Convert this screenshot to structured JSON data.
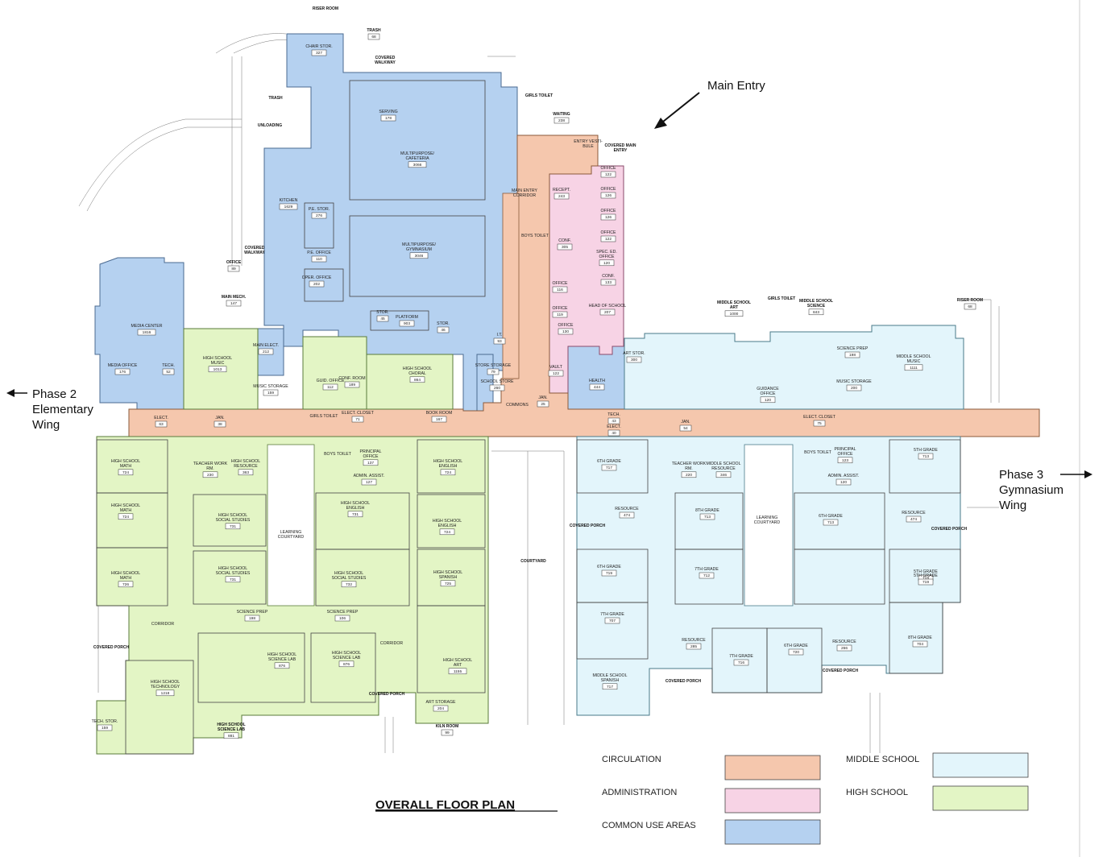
{
  "title": "OVERALL FLOOR PLAN",
  "arrows": {
    "main_entry": "Main Entry",
    "phase2_line1": "Phase 2",
    "phase2_line2": "Elementary",
    "phase2_line3": "Wing",
    "phase3_line1": "Phase 3",
    "phase3_line2": "Gymnasium",
    "phase3_line3": "Wing"
  },
  "legend": [
    {
      "label": "CIRCULATION",
      "color": "#f5c7ad"
    },
    {
      "label": "ADMINISTRATION",
      "color": "#f7d3e5"
    },
    {
      "label": "COMMON USE AREAS",
      "color": "#b5d1f0"
    },
    {
      "label": "MIDDLE SCHOOL",
      "color": "#e3f5fb"
    },
    {
      "label": "HIGH SCHOOL",
      "color": "#e3f5c5"
    }
  ],
  "colors": {
    "circulation": "#f5c7ad",
    "administration": "#f7d3e5",
    "common": "#b5d1f0",
    "middle": "#e3f5fb",
    "high": "#e3f5c5"
  },
  "rooms": [
    {
      "name": "CHAIR STOR.",
      "number": "327"
    },
    {
      "name": "SERVING",
      "number": "178"
    },
    {
      "name": "MULTIPURPOSE/ CAFETERIA",
      "number": "3066"
    },
    {
      "name": "KITCHEN",
      "number": "1629"
    },
    {
      "name": "P.E. STOR.",
      "number": "276"
    },
    {
      "name": "P.E. OFFICE",
      "number": "110"
    },
    {
      "name": "OPER. OFFICE",
      "number": "202"
    },
    {
      "name": "MULTIPURPOSE/ GYMNASIUM",
      "number": "3046"
    },
    {
      "name": "STOR.",
      "number": "45"
    },
    {
      "name": "PLATFORM",
      "number": "903"
    },
    {
      "name": "STOR.",
      "number": "46"
    },
    {
      "name": "I.T.",
      "number": "93"
    },
    {
      "name": "STORE STORAGE",
      "number": "79"
    },
    {
      "name": "SCHOOL STORE",
      "number": "260"
    },
    {
      "name": "MEDIA CENTER",
      "number": "1816"
    },
    {
      "name": "MEDIA OFFICE",
      "number": "176"
    },
    {
      "name": "TECH.",
      "number": "52"
    },
    {
      "name": "MAIN ELECT.",
      "number": "212"
    },
    {
      "name": "MUSIC STORAGE",
      "number": "159"
    },
    {
      "name": "HIGH SCHOOL MUSIC",
      "number": "1013"
    },
    {
      "name": "GUID. OFFICE",
      "number": "112"
    },
    {
      "name": "CONF. ROOM",
      "number": "189"
    },
    {
      "name": "HIGH SCHOOL CHORAL",
      "number": "864"
    },
    {
      "name": "MAIN ENTRY CORRIDOR",
      "number": ""
    },
    {
      "name": "BOYS TOILET",
      "number": ""
    },
    {
      "name": "ENTRY VESTI- BULE",
      "number": ""
    },
    {
      "name": "RECEPT.",
      "number": "243"
    },
    {
      "name": "CONF.",
      "number": "305"
    },
    {
      "name": "OFFICE",
      "number": "116"
    },
    {
      "name": "OFFICE",
      "number": "119"
    },
    {
      "name": "OFFICE",
      "number": "130"
    },
    {
      "name": "VAULT",
      "number": "122"
    },
    {
      "name": "HEALTH",
      "number": "444"
    },
    {
      "name": "OFFICE",
      "number": "122"
    },
    {
      "name": "OFFICE",
      "number": "126"
    },
    {
      "name": "OFFICE",
      "number": "126"
    },
    {
      "name": "OFFICE",
      "number": "122"
    },
    {
      "name": "SPEC. ED. OFFICE",
      "number": "120"
    },
    {
      "name": "CONF.",
      "number": "133"
    },
    {
      "name": "HEAD OF SCHOOL",
      "number": "207"
    },
    {
      "name": "ART STOR.",
      "number": "300"
    },
    {
      "name": "SCIENCE PREP",
      "number": "198"
    },
    {
      "name": "MIDDLE SCHOOL MUSIC",
      "number": "1111"
    },
    {
      "name": "MUSIC STORAGE",
      "number": "200"
    },
    {
      "name": "GUIDANCE OFFICE",
      "number": "120"
    },
    {
      "name": "ELECT.",
      "number": "63"
    },
    {
      "name": "JAN.",
      "number": "38"
    },
    {
      "name": "GIRLS TOILET",
      "number": ""
    },
    {
      "name": "ELECT. CLOSET",
      "number": "71"
    },
    {
      "name": "BOOK ROOM",
      "number": "167"
    },
    {
      "name": "COMMONS",
      "number": ""
    },
    {
      "name": "JAN.",
      "number": "25"
    },
    {
      "name": "TECH.",
      "number": "43"
    },
    {
      "name": "ELECT.",
      "number": "40"
    },
    {
      "name": "JAN.",
      "number": "54"
    },
    {
      "name": "ELECT. CLOSET",
      "number": "75"
    },
    {
      "name": "HIGH SCHOOL MATH",
      "number": "724"
    },
    {
      "name": "HIGH SCHOOL MATH",
      "number": "724"
    },
    {
      "name": "HIGH SCHOOL MATH",
      "number": "726"
    },
    {
      "name": "TEACHER WORK RM.",
      "number": "230"
    },
    {
      "name": "HIGH SCHOOL RESOURCE",
      "number": "363"
    },
    {
      "name": "HIGH SCHOOL SOCIAL STUDIES",
      "number": "731"
    },
    {
      "name": "HIGH SCHOOL SOCIAL STUDIES",
      "number": "731"
    },
    {
      "name": "LEARNING COURTYARD",
      "number": ""
    },
    {
      "name": "BOYS TOILET",
      "number": ""
    },
    {
      "name": "PRINCIPAL OFFICE",
      "number": "137"
    },
    {
      "name": "ADMIN. ASSIST.",
      "number": "127"
    },
    {
      "name": "HIGH SCHOOL ENGLISH",
      "number": "731"
    },
    {
      "name": "HIGH SCHOOL SOCIAL STUDIES",
      "number": "732"
    },
    {
      "name": "HIGH SCHOOL ENGLISH",
      "number": "724"
    },
    {
      "name": "HIGH SCHOOL ENGLISH",
      "number": "724"
    },
    {
      "name": "HIGH SCHOOL SPANISH",
      "number": "725"
    },
    {
      "name": "CORRIDOR",
      "number": ""
    },
    {
      "name": "SCIENCE PREP",
      "number": "198"
    },
    {
      "name": "SCIENCE PREP",
      "number": "106"
    },
    {
      "name": "CORRIDOR",
      "number": ""
    },
    {
      "name": "HIGH SCHOOL SCIENCE LAB",
      "number": "876"
    },
    {
      "name": "HIGH SCHOOL SCIENCE LAB",
      "number": "876"
    },
    {
      "name": "HIGH SCHOOL TECHNOLOGY",
      "number": "1218"
    },
    {
      "name": "HIGH SCHOOL ART",
      "number": "1155"
    },
    {
      "name": "ART STORAGE",
      "number": "204"
    },
    {
      "name": "TECH. STOR.",
      "number": "159"
    },
    {
      "name": "6TH GRADE",
      "number": "717"
    },
    {
      "name": "RESOURCE",
      "number": "474"
    },
    {
      "name": "6TH GRADE",
      "number": "719"
    },
    {
      "name": "7TH GRADE",
      "number": "707"
    },
    {
      "name": "MIDDLE SCHOOL SPANISH",
      "number": "717"
    },
    {
      "name": "TEACHER WORK RM.",
      "number": "220"
    },
    {
      "name": "MIDDLE SCHOOL RESOURCE",
      "number": "346"
    },
    {
      "name": "8TH GRADE",
      "number": "713"
    },
    {
      "name": "7TH GRADE",
      "number": "712"
    },
    {
      "name": "RESOURCE",
      "number": "285"
    },
    {
      "name": "7TH GRADE",
      "number": "716"
    },
    {
      "name": "6TH GRADE",
      "number": "720"
    },
    {
      "name": "LEARNING COURTYARD",
      "number": ""
    },
    {
      "name": "BOYS TOILET",
      "number": ""
    },
    {
      "name": "PRINCIPAL OFFICE",
      "number": "123"
    },
    {
      "name": "ADMIN. ASSIST.",
      "number": "120"
    },
    {
      "name": "5TH GRADE",
      "number": "713"
    },
    {
      "name": "6TH GRADE",
      "number": "713"
    },
    {
      "name": "RESOURCE",
      "number": "266"
    },
    {
      "name": "5TH GRADE",
      "number": "719"
    },
    {
      "name": "RESOURCE",
      "number": "474"
    },
    {
      "name": "5TH GRADE",
      "number": "719"
    },
    {
      "name": "8TH GRADE",
      "number": "704"
    }
  ],
  "annotations": [
    {
      "name": "RISER ROOM",
      "number": ""
    },
    {
      "name": "TRASH",
      "number": "68"
    },
    {
      "name": "COVERED WALKWAY",
      "number": ""
    },
    {
      "name": "TRASH",
      "number": ""
    },
    {
      "name": "UNLOADING",
      "number": ""
    },
    {
      "name": "GIRLS TOILET",
      "number": ""
    },
    {
      "name": "WAITING",
      "number": "238"
    },
    {
      "name": "COVERED MAIN ENTRY",
      "number": ""
    },
    {
      "name": "OFFICE",
      "number": "89"
    },
    {
      "name": "COVERED WALKWAY",
      "number": ""
    },
    {
      "name": "MAIN MECH.",
      "number": "147"
    },
    {
      "name": "MIDDLE SCHOOL ART",
      "number": "1000"
    },
    {
      "name": "GIRLS TOILET",
      "number": ""
    },
    {
      "name": "MIDDLE SCHOOL SCIENCE",
      "number": "843"
    },
    {
      "name": "RISER ROOM",
      "number": "68"
    },
    {
      "name": "COURTYARD",
      "number": ""
    },
    {
      "name": "COVERED PORCH",
      "number": ""
    },
    {
      "name": "COVERED PORCH",
      "number": ""
    },
    {
      "name": "COVERED PORCH",
      "number": ""
    },
    {
      "name": "COVERED PORCH",
      "number": ""
    },
    {
      "name": "COVERED PORCH",
      "number": ""
    },
    {
      "name": "COVERED PORCH",
      "number": ""
    },
    {
      "name": "HIGH SCHOOL SCIENCE LAB",
      "number": "881"
    },
    {
      "name": "KILN ROOM",
      "number": "99"
    }
  ]
}
